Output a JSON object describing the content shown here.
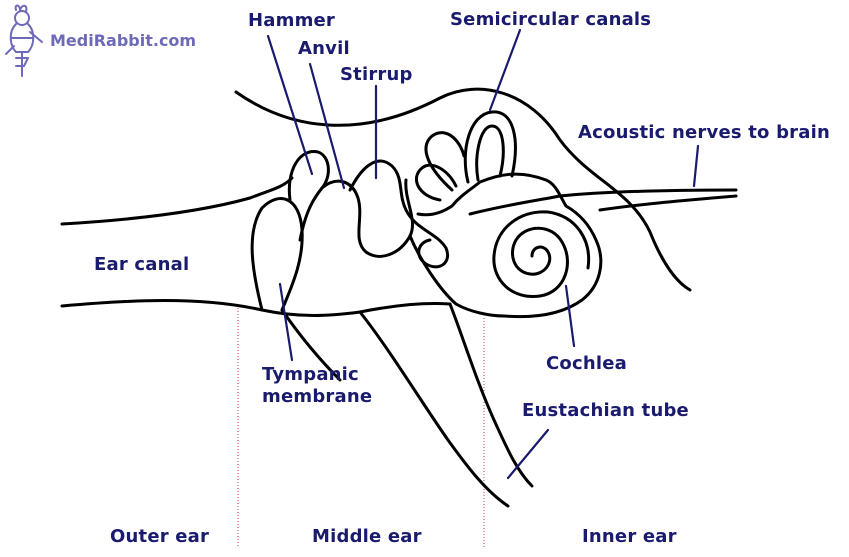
{
  "brand": {
    "site_name": "MediRabbit.com"
  },
  "labels": {
    "hammer": "Hammer",
    "anvil": "Anvil",
    "stirrup": "Stirrup",
    "semicircular_canals": "Semicircular canals",
    "acoustic_nerves": "Acoustic nerves to brain",
    "ear_canal": "Ear canal",
    "tympanic_membrane": "Tympanic membrane",
    "cochlea": "Cochlea",
    "eustachian_tube": "Eustachian tube"
  },
  "regions": {
    "outer_ear": "Outer ear",
    "middle_ear": "Middle ear",
    "inner_ear": "Inner ear"
  },
  "colors": {
    "label": "#1a1a6e",
    "brand": "#6e6ab8",
    "divider": "#d04040",
    "outline": "#000000"
  }
}
